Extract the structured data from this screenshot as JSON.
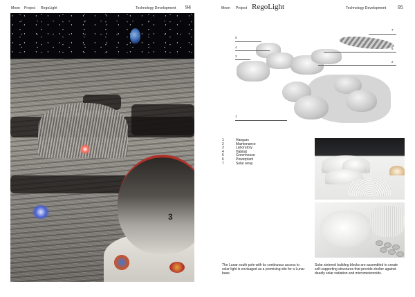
{
  "left_page": {
    "header": {
      "section": "Moon",
      "category": "Project",
      "project": "RegoLight",
      "chapter": "Technology Development",
      "page_number": "94"
    },
    "photo": {
      "description": "Rendering of lunar base on regolith surface with Earth in sky and astronaut in foreground",
      "helmet_number": "3"
    }
  },
  "right_page": {
    "header": {
      "section": "Moon",
      "category": "Project",
      "project": "RegoLight",
      "chapter": "Technology Development",
      "page_number": "95"
    },
    "diagram": {
      "callouts": [
        "5",
        "4",
        "3",
        "7",
        "6",
        "2",
        "1"
      ]
    },
    "legend": [
      {
        "num": "1",
        "label": "Hangars"
      },
      {
        "num": "2",
        "label": "Maintenance"
      },
      {
        "num": "3",
        "label": "Laboratory"
      },
      {
        "num": "4",
        "label": "Habitat"
      },
      {
        "num": "5",
        "label": "Greenhouse"
      },
      {
        "num": "6",
        "label": "Powerplant"
      },
      {
        "num": "7",
        "label": "Solar array"
      }
    ],
    "captions": {
      "left": "The Lunar south pole with its continuous access to solar light is envisaged as a promising site for a Lunar base.",
      "right": "Solar sintered building blocks are assembled to create self-supporting structures that provide shelter against deadly solar radiation and micrometeoroids."
    }
  },
  "colors": {
    "page_bg": "#ffffff",
    "text": "#222222",
    "helmet_stripe": "#b0302a",
    "earth_blue": "#3f6fb8"
  }
}
